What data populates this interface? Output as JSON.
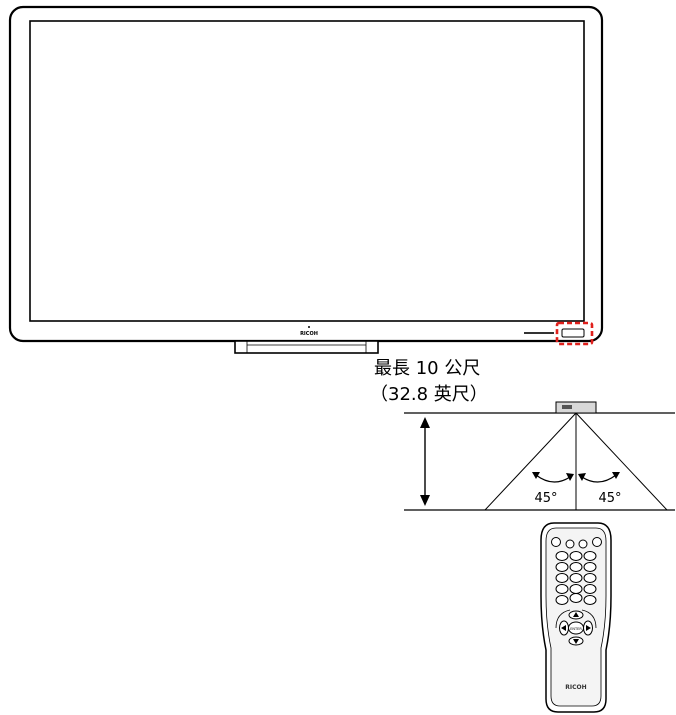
{
  "display": {
    "brand_logo": "RICOH",
    "ir_sensor_highlight_color": "#e0201c"
  },
  "range": {
    "line1": "最長 10 公尺",
    "line2": "（32.8 英尺）"
  },
  "angles": {
    "left": "45°",
    "right": "45°"
  },
  "remote": {
    "brand_logo": "RICOH",
    "enter_label": "ENTER"
  }
}
